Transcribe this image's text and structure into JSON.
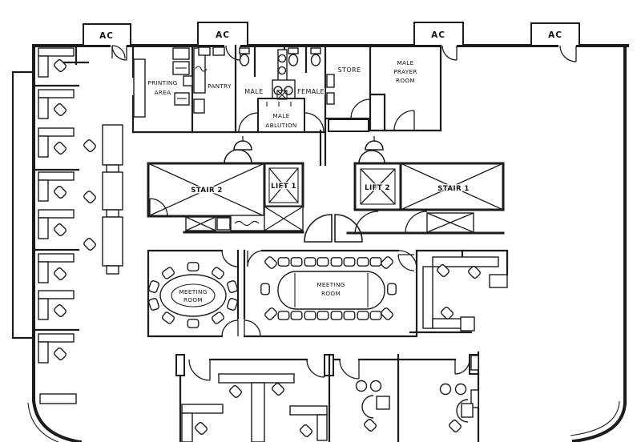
{
  "drawing_kind": "office floor plan",
  "colors": {
    "ink": "#1c1c1c",
    "paper": "#ffffff"
  },
  "labels": {
    "ac": "AC",
    "printing_1": "PRINTING",
    "printing_2": "AREA",
    "pantry": "PANTRY",
    "male": "MALE",
    "female": "FEMALE",
    "ablution_1": "MALE",
    "ablution_2": "ABLUTION",
    "store": "STORE",
    "prayer_1": "MALE",
    "prayer_2": "PRAYER",
    "prayer_3": "ROOM",
    "stair2": "STAIR 2",
    "lift1": "LIFT 1",
    "lift2": "LIFT 2",
    "stair1": "STAIR 1",
    "meeting_1": "MEETING",
    "meeting_2": "ROOM"
  },
  "rooms": [
    "PRINTING AREA",
    "PANTRY",
    "MALE",
    "FEMALE",
    "MALE ABLUTION",
    "STORE",
    "MALE PRAYER ROOM",
    "STAIR 2",
    "LIFT 1",
    "LIFT 2",
    "STAIR 1",
    "MEETING ROOM",
    "MEETING ROOM"
  ],
  "ac_unit_count": 4
}
